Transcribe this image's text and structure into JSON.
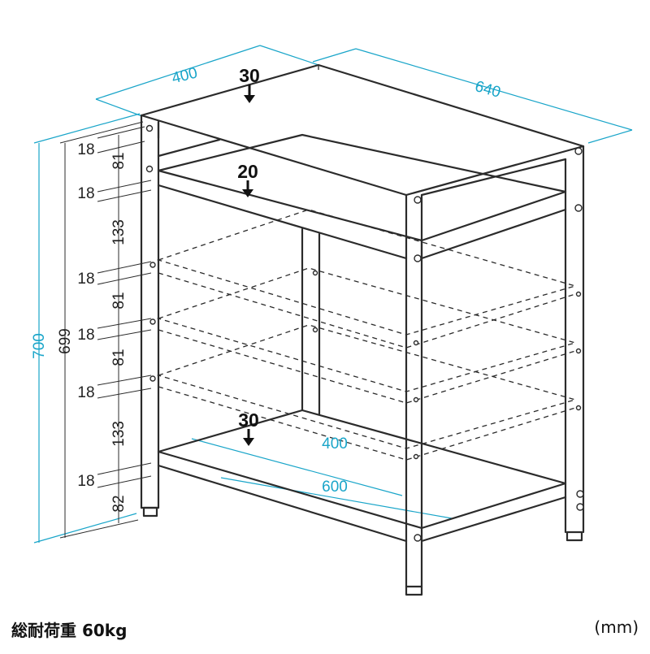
{
  "colors": {
    "dimension": "#19a5c9",
    "line": "#2b2b2b",
    "text": "#111111"
  },
  "dimensions": {
    "depth_top": "400",
    "width_top": "640",
    "height_total": "700",
    "height_frame": "699",
    "depth_bottom": "400",
    "width_bottom": "600"
  },
  "segments": {
    "s1": "18",
    "s2": "81",
    "s3": "18",
    "s4": "133",
    "s5": "18",
    "s6": "81",
    "s7": "18",
    "s8": "81",
    "s9": "18",
    "s10": "133",
    "s11": "18",
    "s12": "82"
  },
  "loads": {
    "top": "30",
    "middle": "20",
    "bottom": "30"
  },
  "caption": {
    "load_capacity": "総耐荷重 60kg",
    "unit": "(mm)"
  }
}
